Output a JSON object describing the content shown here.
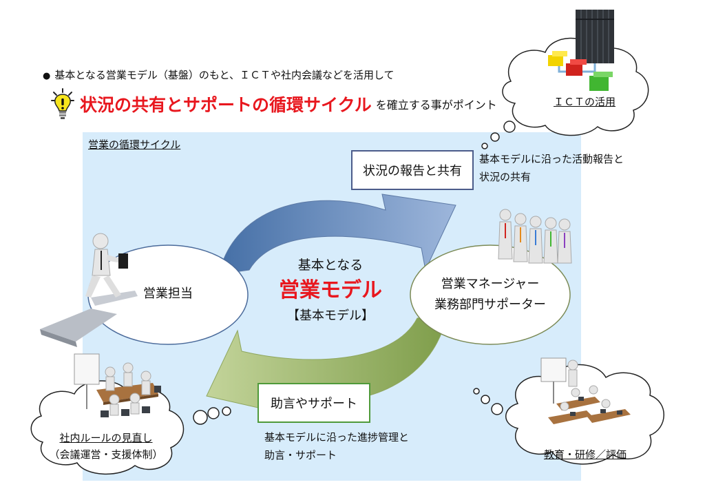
{
  "intro": {
    "bullet": "●",
    "text": "基本となる営業モデル（基盤）のもと、ＩＣＴや社内会議などを活用して"
  },
  "headline": {
    "emphasis": "状況の共有とサポートの循環サイクル",
    "rest": "を確立する事がポイント",
    "icon": "lightbulb-icon"
  },
  "panel": {
    "title": "営業の循環サイクル"
  },
  "center": {
    "line1": "基本となる",
    "line2": "営業モデル",
    "line3": "【基本モデル】"
  },
  "left_ellipse": {
    "label": "営業担当"
  },
  "right_ellipse": {
    "line1": "営業マネージャー",
    "line2": "業務部門サポーター"
  },
  "top_box": {
    "label": "状況の報告と共有"
  },
  "top_caption": {
    "line1": "基本モデルに沿った活動報告と",
    "line2": "状況の共有"
  },
  "bottom_box": {
    "label": "助言やサポート"
  },
  "bottom_caption": {
    "line1": "基本モデルに沿った進捗管理と",
    "line2": "助言・サポート"
  },
  "clouds": {
    "ict": {
      "label": "ＩＣＴの活用"
    },
    "rules": {
      "line1": "社内ルールの見直し",
      "line2": "（会議運営・支援体制）"
    },
    "training": {
      "label": "教育・研修／評価"
    }
  },
  "colors": {
    "headline_red": "#e8171e",
    "panel_bg": "#d7ecfb",
    "upper_arrow": "#6f8fbe",
    "lower_arrow": "#9bb36a",
    "top_box_border": "#4b5b8a",
    "bottom_box_border": "#4f9a3a",
    "right_ellipse_border": "#7b8a55"
  }
}
